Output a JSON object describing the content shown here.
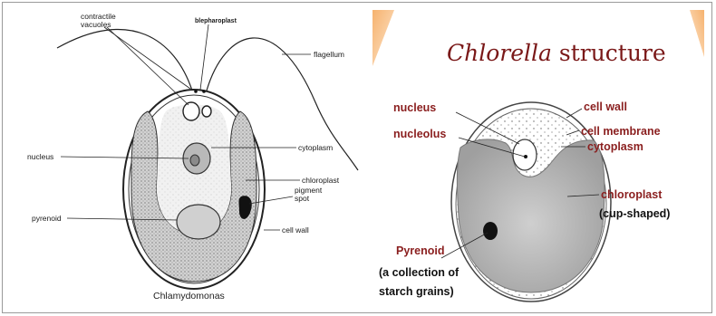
{
  "chlamydomonas": {
    "labels": {
      "contractile_vacuoles_line1": "contractile",
      "contractile_vacuoles_line2": "vacuoles",
      "blepharoplast": "blepharoplast",
      "flagellum": "flagellum",
      "nucleus": "nucleus",
      "cytoplasm": "cytoplasm",
      "chloroplast": "chloroplast",
      "pigment_spot_line1": "pigment",
      "pigment_spot_line2": "spot",
      "pyrenoid": "pyrenoid",
      "cell_wall": "cell wall"
    },
    "caption": "Chlamydomonas"
  },
  "chlorella": {
    "title_italic": "Chlorella",
    "title_rest": " structure",
    "labels": {
      "nucleus": "nucleus",
      "nucleolus": "nucleolus",
      "cell_wall": "cell wall",
      "cell_membrane": "cell membrane",
      "cytoplasm": "cytoplasm",
      "chloroplast": "chloroplast",
      "cup_shaped": "(cup-shaped)",
      "pyrenoid": "Pyrenoid",
      "pyrenoid_desc_line1": "(a collection of",
      "pyrenoid_desc_line2": "starch grains)"
    },
    "colors": {
      "title": "#7a1818",
      "label_red": "#8a1e1e",
      "corner_accent": "#f2a35a"
    }
  }
}
